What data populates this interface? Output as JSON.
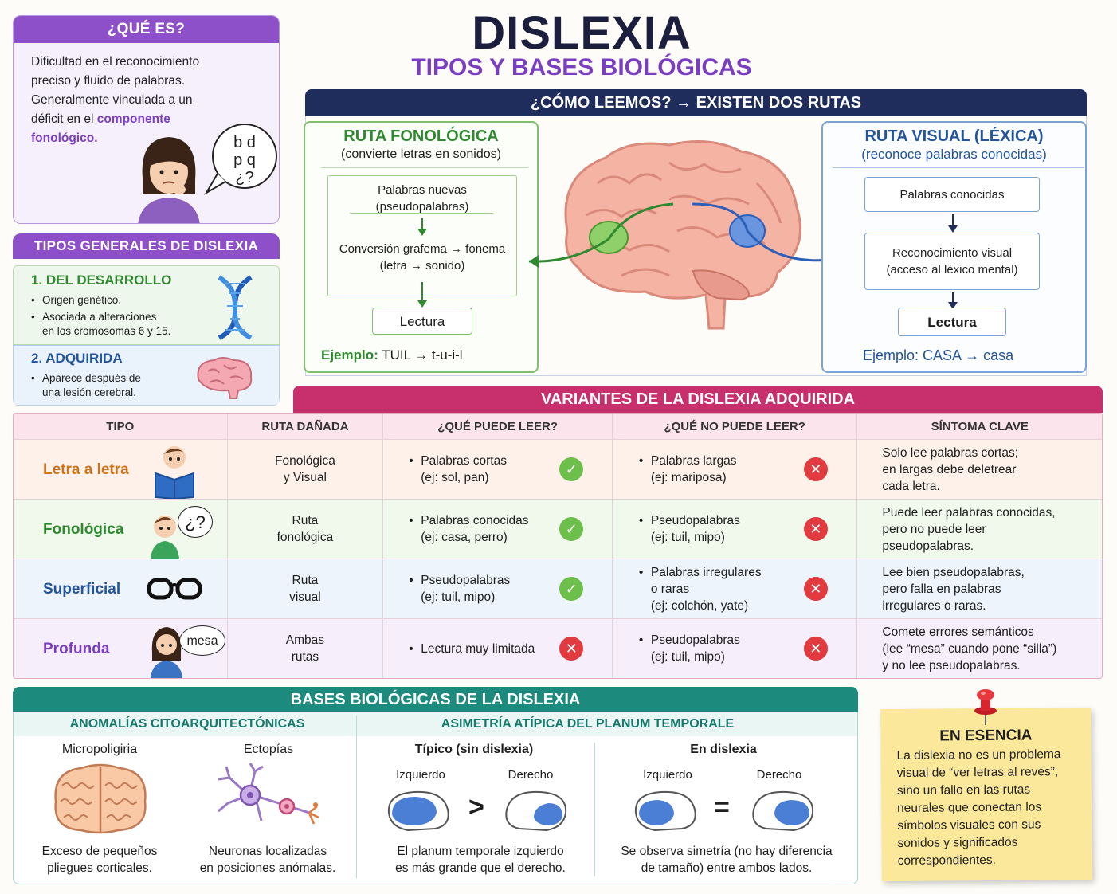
{
  "title": "DISLEXIA",
  "subtitle": "TIPOS Y BASES BIOLÓGICAS",
  "que_es": {
    "heading": "¿QUÉ ES?",
    "line1": "Dificultad en el reconocimiento",
    "line2": "preciso y fluido de palabras.",
    "line3": "Generalmente vinculada a un",
    "line4_a": "déficit en el ",
    "line4_b": "componente",
    "line5": "fonológico",
    "line5_end": ".",
    "bubble_1": "b d",
    "bubble_2": "p q",
    "bubble_3": "¿?"
  },
  "tipos": {
    "heading": "TIPOS GENERALES DE DISLEXIA",
    "t1_title": "1. DEL DESARROLLO",
    "t1_b1": "Origen genético.",
    "t1_b2a": "Asociada a alteraciones",
    "t1_b2b": "en los cromosomas 6 y 15.",
    "t2_title": "2. ADQUIRIDA",
    "t2_b1a": "Aparece después de",
    "t2_b1b": "una lesión cerebral."
  },
  "rutas": {
    "heading": "¿CÓMO LEEMOS? → EXISTEN DOS RUTAS",
    "fono": {
      "title": "RUTA FONOLÓGICA",
      "sub": "(convierte letras en sonidos)",
      "box1a": "Palabras nuevas",
      "box1b": "(pseudopalabras)",
      "box2a": "Conversión grafema → fonema",
      "box2b": "(letra → sonido)",
      "box3": "Lectura",
      "ej_label": "Ejemplo:",
      "ej_value": "TUIL → t-u-i-l"
    },
    "visual": {
      "title": "RUTA VISUAL (LÉXICA)",
      "sub": "(reconoce palabras conocidas)",
      "box1": "Palabras conocidas",
      "box2a": "Reconocimiento visual",
      "box2b": "(acceso al léxico mental)",
      "box3": "Lectura",
      "ej_label": "Ejemplo:",
      "ej_value": "CASA → casa"
    }
  },
  "variantes": {
    "heading": "VARIANTES DE LA DISLEXIA ADQUIRIDA",
    "headers": [
      "TIPO",
      "RUTA DAÑADA",
      "¿QUÉ PUEDE LEER?",
      "¿QUÉ NO PUEDE LEER?",
      "SÍNTOMA CLAVE"
    ],
    "rows": [
      {
        "tipo": "Letra a letra",
        "ruta": [
          "Fonológica",
          "y Visual"
        ],
        "puede": [
          "Palabras cortas",
          "(ej: sol, pan)"
        ],
        "no_puede": [
          "Palabras largas",
          "(ej: mariposa)"
        ],
        "sintoma": [
          "Solo lee palabras cortas;",
          "en largas debe deletrear",
          "cada letra."
        ],
        "puede_ok": true
      },
      {
        "tipo": "Fonológica",
        "ruta": [
          "Ruta",
          "fonológica"
        ],
        "puede": [
          "Palabras conocidas",
          "(ej: casa, perro)"
        ],
        "no_puede": [
          "Pseudopalabras",
          "(ej: tuil, mipo)"
        ],
        "sintoma": [
          "Puede leer palabras conocidas,",
          "pero no puede leer",
          "pseudopalabras."
        ],
        "puede_ok": true,
        "bubble": "¿?"
      },
      {
        "tipo": "Superficial",
        "ruta": [
          "Ruta",
          "visual"
        ],
        "puede": [
          "Pseudopalabras",
          "(ej: tuil, mipo)"
        ],
        "no_puede": [
          "Palabras irregulares",
          "o raras",
          "(ej: colchón, yate)"
        ],
        "sintoma": [
          "Lee bien pseudopalabras,",
          "pero falla en palabras",
          "irregulares o raras."
        ],
        "puede_ok": true
      },
      {
        "tipo": "Profunda",
        "ruta": [
          "Ambas",
          "rutas"
        ],
        "puede": [
          "Lectura muy limitada"
        ],
        "no_puede": [
          "Pseudopalabras",
          "(ej: tuil, mipo)"
        ],
        "sintoma": [
          "Comete errores semánticos",
          "(lee “mesa” cuando pone “silla”)",
          "y no lee pseudopalabras."
        ],
        "puede_ok": false,
        "bubble": "mesa"
      }
    ]
  },
  "bases": {
    "heading": "BASES BIOLÓGICAS DE LA DISLEXIA",
    "anom_heading": "ANOMALÍAS CITOARQUITECTÓNICAS",
    "micro_label": "Micropoligiria",
    "micro_cap1": "Exceso de pequeños",
    "micro_cap2": "pliegues corticales.",
    "ecto_label": "Ectopías",
    "ecto_cap1": "Neuronas localizadas",
    "ecto_cap2": "en posiciones anómalas.",
    "asim_heading": "ASIMETRÍA ATÍPICA DEL PLANUM TEMPORALE",
    "tipico_label": "Típico (sin dislexia)",
    "dis_label": "En dislexia",
    "izq": "Izquierdo",
    "der": "Derecho",
    "gt": ">",
    "eq": "=",
    "tip_cap1": "El planum temporale izquierdo",
    "tip_cap2": "es más grande que el derecho.",
    "dis_cap1": "Se observa simetría (no hay diferencia",
    "dis_cap2": "de tamaño) entre ambos lados."
  },
  "esencia": {
    "heading": "EN ESENCIA",
    "lines": [
      "La dislexia no es un problema",
      "visual de “ver letras al revés”,",
      "sino un fallo en las rutas",
      "neurales que conectan los",
      "símbolos visuales con sus",
      "sonidos y significados",
      "correspondientes."
    ]
  },
  "colors": {
    "navy": "#1f2d5c",
    "purple": "#7a3ec0",
    "green": "#2f8a2f",
    "blue": "#24549b",
    "pink": "#c8306d",
    "teal": "#1d8a7e",
    "ok": "#6cbf4a",
    "no": "#e23b3f"
  }
}
